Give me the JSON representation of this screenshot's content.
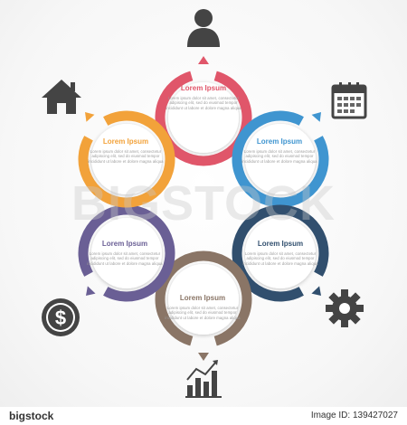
{
  "steps": [
    {
      "title": "Lorem Ipsum",
      "text": "Lorem ipsum dolor sit amet, consectetur adipiscing elit, sed do eiusmod tempor incididunt ut labore et dolore magna aliqua",
      "color": "#e0566a"
    },
    {
      "title": "Lorem Ipsum",
      "text": "Lorem ipsum dolor sit amet, consectetur adipiscing elit, sed do eiusmod tempor incididunt ut labore et dolore magna aliqua",
      "color": "#3f95d0"
    },
    {
      "title": "Lorem Ipsum",
      "text": "Lorem ipsum dolor sit amet, consectetur adipiscing elit, sed do eiusmod tempor incididunt ut labore et dolore magna aliqua",
      "color": "#314f6e"
    },
    {
      "title": "Lorem Ipsum",
      "text": "Lorem ipsum dolor sit amet, consectetur adipiscing elit, sed do eiusmod tempor incididunt ut labore et dolore magna aliqua",
      "color": "#8a7566"
    },
    {
      "title": "Lorem Ipsum",
      "text": "Lorem ipsum dolor sit amet, consectetur adipiscing elit, sed do eiusmod tempor incididunt ut labore et dolore magna aliqua",
      "color": "#6a5f95"
    },
    {
      "title": "Lorem Ipsum",
      "text": "Lorem ipsum dolor sit amet, consectetur adipiscing elit, sed do eiusmod tempor incididunt ut labore et dolore magna aliqua",
      "color": "#f2a23a"
    }
  ],
  "icons": [
    "user-icon",
    "calendar-icon",
    "gear-icon",
    "bar-chart-icon",
    "dollar-icon",
    "home-icon"
  ],
  "watermark": "BIGSTOCK",
  "footer": {
    "logo": "bigstock",
    "image_id": "Image ID: 139427027"
  }
}
